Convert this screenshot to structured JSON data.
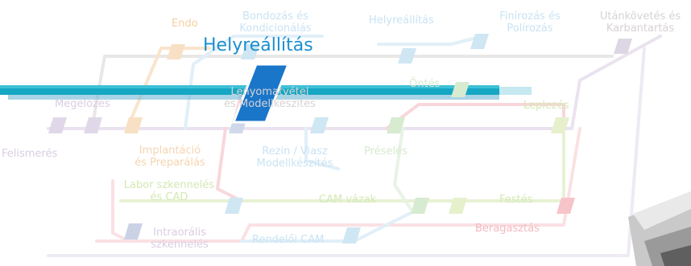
{
  "diagram": {
    "highlight_label": "Helyreállítás",
    "steps": [
      {
        "id": "endo",
        "text": "Endo"
      },
      {
        "id": "bondozas",
        "text": "Bondozás és\nKondicionálás"
      },
      {
        "id": "helyreallitas_top",
        "text": "Helyreállítás"
      },
      {
        "id": "finirozas",
        "text": "Finírozás és\nPolírozás"
      },
      {
        "id": "utankovetes",
        "text": "Utánkövetés és\nKarbantartás"
      },
      {
        "id": "megelozes",
        "text": "Megelőzés"
      },
      {
        "id": "lenyomat",
        "text": "Lenyomatvétel\nés Modellkészítés"
      },
      {
        "id": "ontes",
        "text": "Öntés"
      },
      {
        "id": "leplezes",
        "text": "Leplezés"
      },
      {
        "id": "felismeres",
        "text": "Felismerés"
      },
      {
        "id": "implantacio",
        "text": "Implantáció\nés Preparálás"
      },
      {
        "id": "rezin",
        "text": "Rezin / Viasz\nModellkészítés"
      },
      {
        "id": "preseles",
        "text": "Préselés"
      },
      {
        "id": "labor",
        "text": "Labor szkennelés\nés CAD"
      },
      {
        "id": "camvazak",
        "text": "CAM vázak"
      },
      {
        "id": "festes",
        "text": "Festés"
      },
      {
        "id": "beragasztas",
        "text": "Beragasztás"
      },
      {
        "id": "intraoralis",
        "text": "Intraorális\nszkennelés"
      },
      {
        "id": "rendeloi",
        "text": "Rendelői CAM"
      }
    ]
  }
}
